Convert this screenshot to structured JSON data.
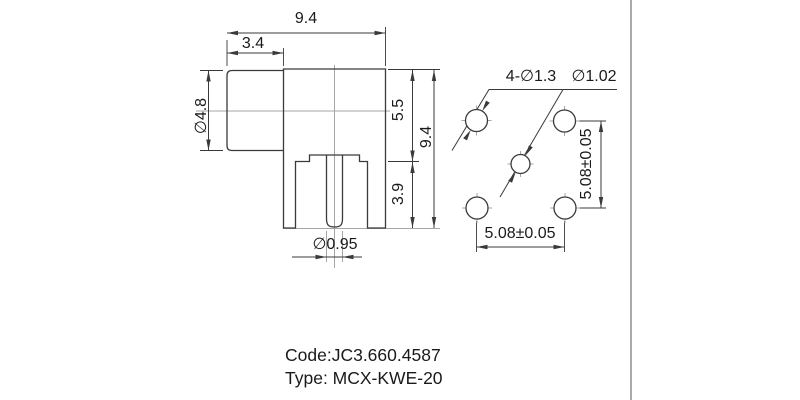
{
  "labels": {
    "overall_width": "9.4",
    "barrel_length": "3.4",
    "barrel_diameter": "∅4.8",
    "body_height": "5.5",
    "overall_height": "9.4",
    "leg_length": "3.9",
    "pin_diameter": "∅0.95",
    "corner_holes": "4-∅1.3",
    "center_hole": "∅1.02",
    "pitch_vertical": "5.08±0.05",
    "pitch_horizontal": "5.08±0.05"
  },
  "title_block": {
    "code_line": "Code:JC3.660.4587",
    "type_line": "Type: MCX-KWE-20"
  },
  "colors": {
    "background": "#ffffff",
    "outline": "#3a3a3a",
    "dimension": "#3a3a3a",
    "auxiliary": "#a6a6a6",
    "frame": "#8e8e8e",
    "text": "#1a1a1a"
  }
}
